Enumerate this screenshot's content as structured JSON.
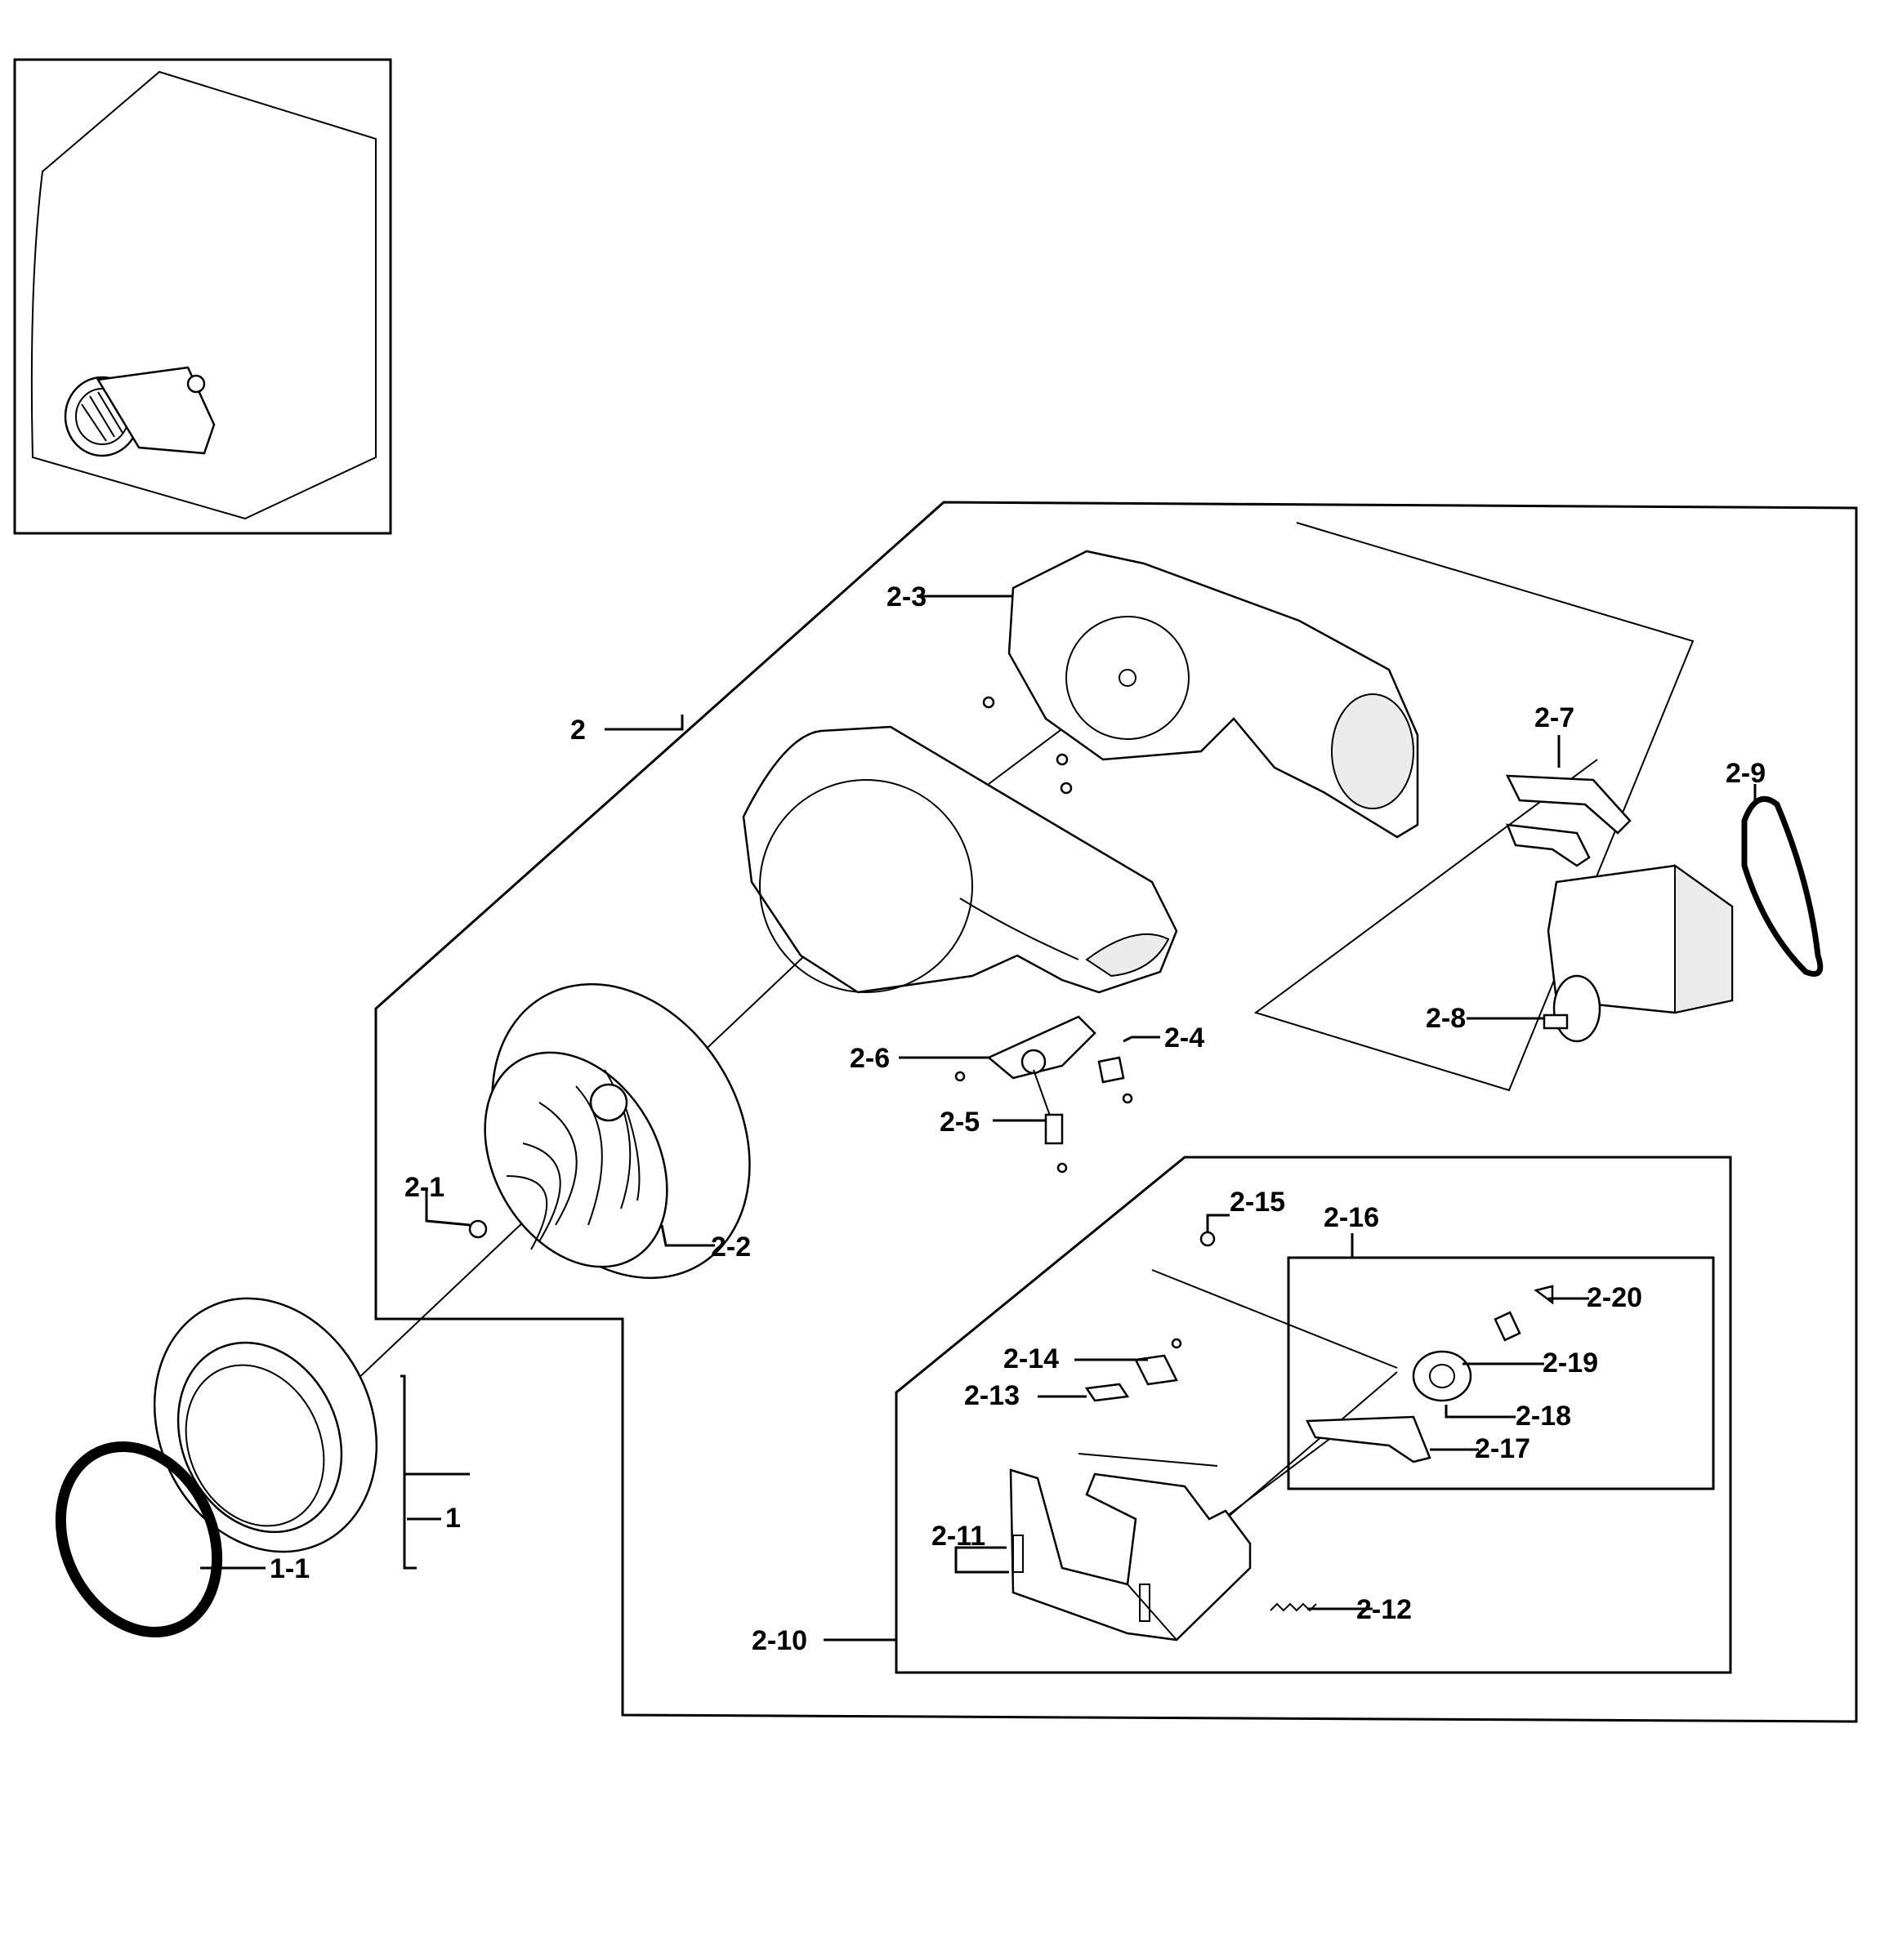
{
  "labels": {
    "l_1": "1",
    "l_1_1": "1-1",
    "l_2": "2",
    "l_2_1": "2-1",
    "l_2_2": "2-2",
    "l_2_3": "2-3",
    "l_2_4": "2-4",
    "l_2_5": "2-5",
    "l_2_6": "2-6",
    "l_2_7": "2-7",
    "l_2_8": "2-8",
    "l_2_9": "2-9",
    "l_2_10": "2-10",
    "l_2_11": "2-11",
    "l_2_12": "2-12",
    "l_2_13": "2-13",
    "l_2_14": "2-14",
    "l_2_15": "2-15",
    "l_2_16": "2-16",
    "l_2_17": "2-17",
    "l_2_18": "2-18",
    "l_2_19": "2-19",
    "l_2_20": "2-20"
  }
}
